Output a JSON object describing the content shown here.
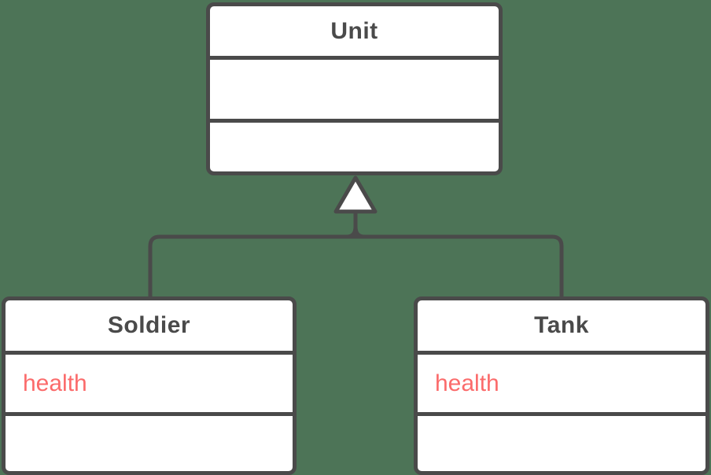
{
  "diagram": {
    "type": "uml-class-diagram",
    "classes": [
      {
        "name": "Unit",
        "attributes": [],
        "methods": []
      },
      {
        "name": "Soldier",
        "attributes": [
          "health"
        ],
        "methods": []
      },
      {
        "name": "Tank",
        "attributes": [
          "health"
        ],
        "methods": []
      }
    ],
    "relationships": [
      {
        "type": "inheritance",
        "parent": "Unit",
        "children": [
          "Soldier",
          "Tank"
        ]
      }
    ],
    "colors": {
      "background": "#4d7457",
      "line": "#4a4a4a",
      "shape_fill": "#ffffff",
      "title_text": "#4a4a4a",
      "attribute_text": "#fb6b6b"
    }
  }
}
